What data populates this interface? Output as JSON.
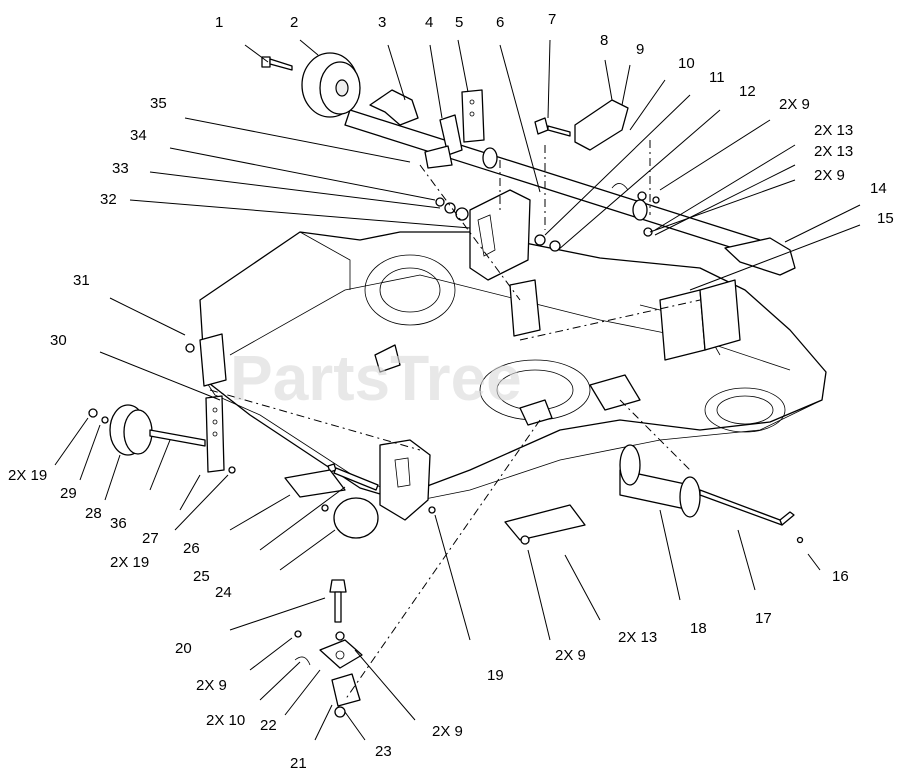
{
  "watermark": "PartsTree",
  "callouts": [
    {
      "id": "c1",
      "label": "1"
    },
    {
      "id": "c2",
      "label": "2"
    },
    {
      "id": "c3",
      "label": "3"
    },
    {
      "id": "c4",
      "label": "4"
    },
    {
      "id": "c5",
      "label": "5"
    },
    {
      "id": "c6",
      "label": "6"
    },
    {
      "id": "c7",
      "label": "7"
    },
    {
      "id": "c8",
      "label": "8"
    },
    {
      "id": "c9",
      "label": "9"
    },
    {
      "id": "c10",
      "label": "10"
    },
    {
      "id": "c11",
      "label": "11"
    },
    {
      "id": "c12",
      "label": "12"
    },
    {
      "id": "c2x9a",
      "label": "2X 9"
    },
    {
      "id": "c2x13a",
      "label": "2X 13"
    },
    {
      "id": "c2x13b",
      "label": "2X 13"
    },
    {
      "id": "c2x9b",
      "label": "2X 9"
    },
    {
      "id": "c14",
      "label": "14"
    },
    {
      "id": "c15",
      "label": "15"
    },
    {
      "id": "c35",
      "label": "35"
    },
    {
      "id": "c34",
      "label": "34"
    },
    {
      "id": "c33",
      "label": "33"
    },
    {
      "id": "c32",
      "label": "32"
    },
    {
      "id": "c31",
      "label": "31"
    },
    {
      "id": "c30",
      "label": "30"
    },
    {
      "id": "c2x19a",
      "label": "2X 19"
    },
    {
      "id": "c29",
      "label": "29"
    },
    {
      "id": "c28",
      "label": "28"
    },
    {
      "id": "c36",
      "label": "36"
    },
    {
      "id": "c27",
      "label": "27"
    },
    {
      "id": "c2x19b",
      "label": "2X 19"
    },
    {
      "id": "c26",
      "label": "26"
    },
    {
      "id": "c25",
      "label": "25"
    },
    {
      "id": "c24",
      "label": "24"
    },
    {
      "id": "c20",
      "label": "20"
    },
    {
      "id": "c2x9c",
      "label": "2X 9"
    },
    {
      "id": "c2x10",
      "label": "2X 10"
    },
    {
      "id": "c22",
      "label": "22"
    },
    {
      "id": "c21",
      "label": "21"
    },
    {
      "id": "c23",
      "label": "23"
    },
    {
      "id": "c2x9d",
      "label": "2X 9"
    },
    {
      "id": "c19",
      "label": "19"
    },
    {
      "id": "c2x9e",
      "label": "2X 9"
    },
    {
      "id": "c2x13c",
      "label": "2X 13"
    },
    {
      "id": "c18",
      "label": "18"
    },
    {
      "id": "c17",
      "label": "17"
    },
    {
      "id": "c16",
      "label": "16"
    }
  ]
}
